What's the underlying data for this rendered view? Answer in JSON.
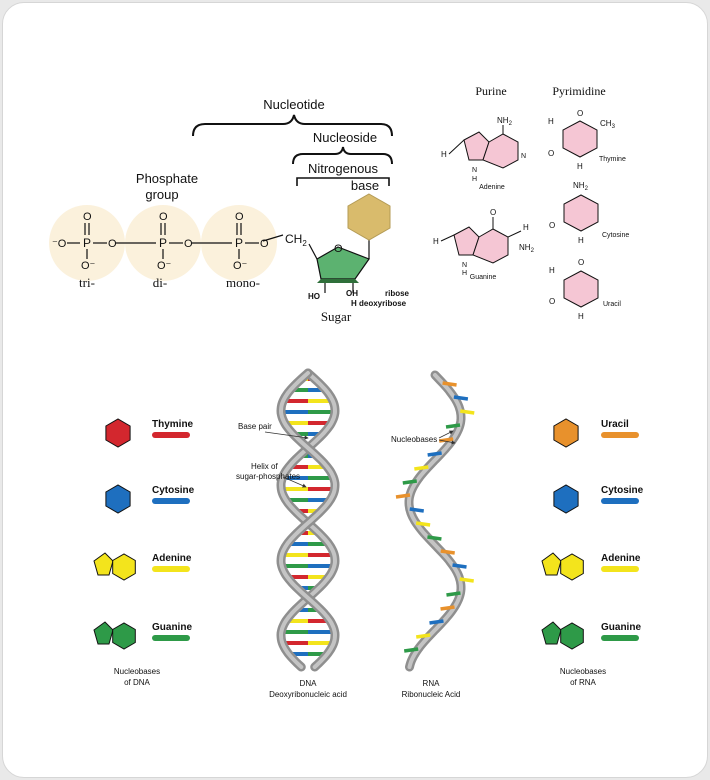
{
  "top": {
    "nucleotide_label": "Nucleotide",
    "nucleoside_label": "Nucleoside",
    "nitrogenous_label_1": "Nitrogenous",
    "nitrogenous_label_2": "base",
    "phosphate_label_1": "Phosphate",
    "phosphate_label_2": "group",
    "phosphate_tri": "tri-",
    "phosphate_di": "di-",
    "phosphate_mono": "mono-",
    "sugar_label": "Sugar",
    "ribose_label": "ribose",
    "deoxyribose_label": "H deoxyribose",
    "oh_label": "HO",
    "oh2_label": "OH",
    "ch2_label": "CH",
    "ch2_sub": "2",
    "o_label": "O",
    "p_label": "P",
    "neg_o": "⁻O",
    "o_minus": "O⁻"
  },
  "bases": {
    "purine_header": "Purine",
    "pyrimidine_header": "Pyrimidine",
    "adenine": "Adenine",
    "guanine": "Guanine",
    "thymine": "Thymine",
    "cytosine": "Cytosine",
    "uracil": "Uracil",
    "nh2": "NH",
    "nh2_sub": "2",
    "ch3": "CH",
    "ch3_sub": "3"
  },
  "dna": {
    "legend": [
      {
        "label": "Thymine",
        "color": "#d3272e"
      },
      {
        "label": "Cytosine",
        "color": "#1e6fbf"
      },
      {
        "label": "Adenine",
        "color": "#f3e41c"
      },
      {
        "label": "Guanine",
        "color": "#2e9a48"
      }
    ],
    "caption_1": "Nucleobases",
    "caption_2": "of DNA",
    "helix_caption_1": "DNA",
    "helix_caption_2": "Deoxyribonucleic acid",
    "annotation_base_pair": "Base pair",
    "annotation_helix_1": "Helix of",
    "annotation_helix_2": "sugar-phosphates"
  },
  "rna": {
    "legend": [
      {
        "label": "Uracil",
        "color": "#e8912c"
      },
      {
        "label": "Cytosine",
        "color": "#1e6fbf"
      },
      {
        "label": "Adenine",
        "color": "#f3e41c"
      },
      {
        "label": "Guanine",
        "color": "#2e9a48"
      }
    ],
    "caption_1": "Nucleobases",
    "caption_2": "of RNA",
    "helix_caption_1": "RNA",
    "helix_caption_2": "Ribonucleic Acid",
    "annotation_nucleobases": "Nucleobases"
  }
}
